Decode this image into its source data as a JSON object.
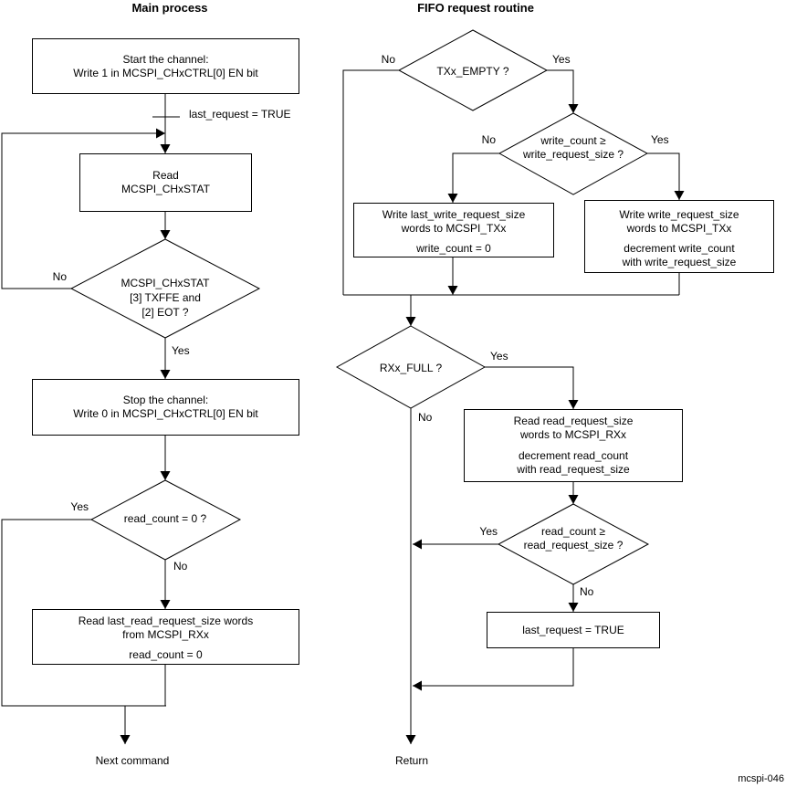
{
  "figure": {
    "id": "mcspi-046"
  },
  "colors": {
    "background": "#ffffff",
    "line": "#000000",
    "text": "#000000"
  },
  "main": {
    "title": "Main process",
    "start_box": {
      "l1": "Start the channel:",
      "l2": "Write 1 in MCSPI_CHxCTRL[0] EN bit"
    },
    "note_last_request": "last_request = TRUE",
    "read_stat_box": {
      "l1": "Read",
      "l2": "MCSPI_CHxSTAT"
    },
    "stat_decision": {
      "l1": "MCSPI_CHxSTAT",
      "l2": "[3] TXFFE and",
      "l3": "[2] EOT ?",
      "no": "No",
      "yes": "Yes"
    },
    "stop_box": {
      "l1": "Stop the channel:",
      "l2": "Write 0 in MCSPI_CHxCTRL[0] EN bit"
    },
    "read_count_decision": {
      "label": "read_count = 0 ?",
      "yes": "Yes",
      "no": "No"
    },
    "read_last_box": {
      "l1": "Read last_read_request_size words",
      "l2": "from MCSPI_RXx",
      "l3": "read_count = 0"
    },
    "exit_label": "Next command"
  },
  "fifo": {
    "title": "FIFO request routine",
    "tx_empty_decision": {
      "label": "TXx_EMPTY ?",
      "no": "No",
      "yes": "Yes"
    },
    "write_count_decision": {
      "l1": "write_count ≥",
      "l2": "write_request_size ?",
      "no": "No",
      "yes": "Yes"
    },
    "write_last_box": {
      "l1": "Write last_write_request_size",
      "l2": "words to MCSPI_TXx",
      "l3": "write_count = 0"
    },
    "write_req_box": {
      "l1": "Write write_request_size",
      "l2": "words to MCSPI_TXx",
      "l3": "decrement write_count",
      "l4": "with write_request_size"
    },
    "rx_full_decision": {
      "label": "RXx_FULL ?",
      "yes": "Yes",
      "no": "No"
    },
    "read_req_box": {
      "l1": "Read read_request_size",
      "l2": "words to MCSPI_RXx",
      "l3": "decrement read_count",
      "l4": "with read_request_size"
    },
    "read_count_decision": {
      "l1": "read_count ≥",
      "l2": "read_request_size ?",
      "yes": "Yes",
      "no": "No"
    },
    "last_request_box": {
      "label": "last_request = TRUE"
    },
    "exit_label": "Return"
  }
}
